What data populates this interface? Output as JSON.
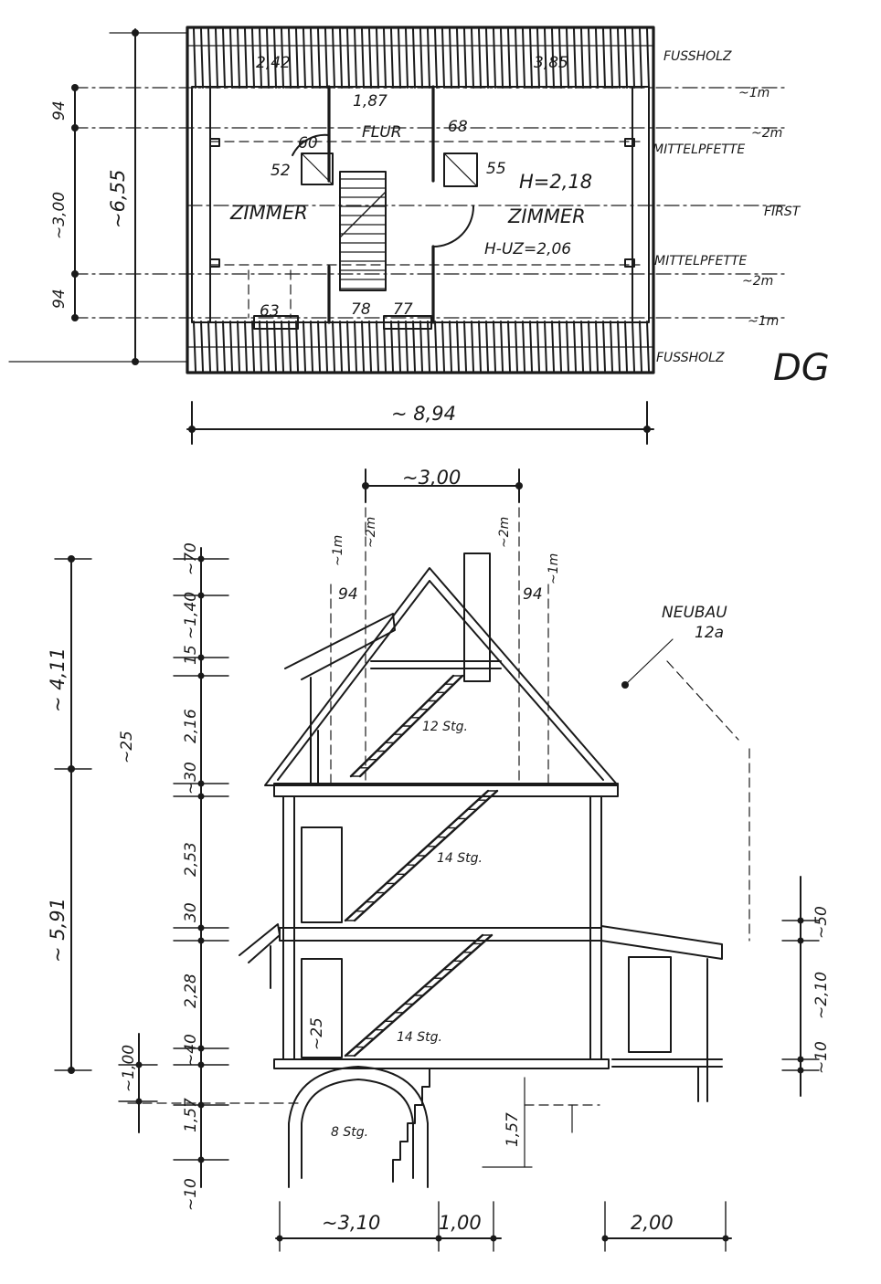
{
  "plan": {
    "labels": {
      "room_left_width": "2,42",
      "room_right_width": "3,85",
      "hall_width": "1,87",
      "hall": "FLUR",
      "door_left": "60",
      "chimney_left": "52",
      "chimney_right_w": "68",
      "chimney_right_h": "55",
      "height_main": "H=2,18",
      "height_under_ridge": "H-UZ=2,06",
      "room_left": "ZIMMER",
      "room_right": "ZIMMER",
      "win_left": "63",
      "stair_a": "78",
      "stair_b": "77",
      "total_width": "~ 8,94"
    },
    "right_annotations": {
      "footwood_top": "FUSSHOLZ",
      "one_m_top": "~1m",
      "two_m_top": "~2m",
      "purlin_top": "MITTELPFETTE",
      "ridge": "FIRST",
      "purlin_bottom": "MITTELPFETTE",
      "two_m_bottom": "~2m",
      "one_m_bottom": "~1m",
      "footwood_bottom": "FUSSHOLZ",
      "initials": "DG"
    },
    "left_dims": {
      "d94_top": "94",
      "d300": "~3,00",
      "d94_bottom": "94",
      "d655": "~6,55"
    }
  },
  "section": {
    "top_width": "~3,00",
    "top_left_1m": "~1m",
    "top_left_2m": "~2m",
    "top_right_2m": "~2m",
    "top_right_1m": "~1m",
    "gable_left_94": "94",
    "gable_right_94": "94",
    "neubau_line1": "NEUBAU",
    "neubau_line2": "12a",
    "stairs_attic": "12 Stg.",
    "stairs_upper": "14 Stg.",
    "stairs_ground": "14 Stg.",
    "stairs_cellar": "8 Stg.",
    "left_dims": {
      "total_upper": "~ 4,11",
      "total_lower": "~ 5,91",
      "d70": "~70",
      "d140": "~1,40",
      "d15": "15",
      "d216": "2,16",
      "d25a": "~25",
      "d30a": "~30",
      "d253": "2,53",
      "d30b": "30",
      "d228": "2,28",
      "d25b": "~25",
      "d40": "~40",
      "d100": "~1,00",
      "d157": "1,57",
      "d10": "~10"
    },
    "right_dims": {
      "d50": "~50",
      "d210": "~2,10",
      "d10": "~10"
    },
    "bottom_dims": {
      "d310": "~3,10",
      "d100": "1,00",
      "d200": "2,00",
      "d157": "1,57"
    }
  }
}
